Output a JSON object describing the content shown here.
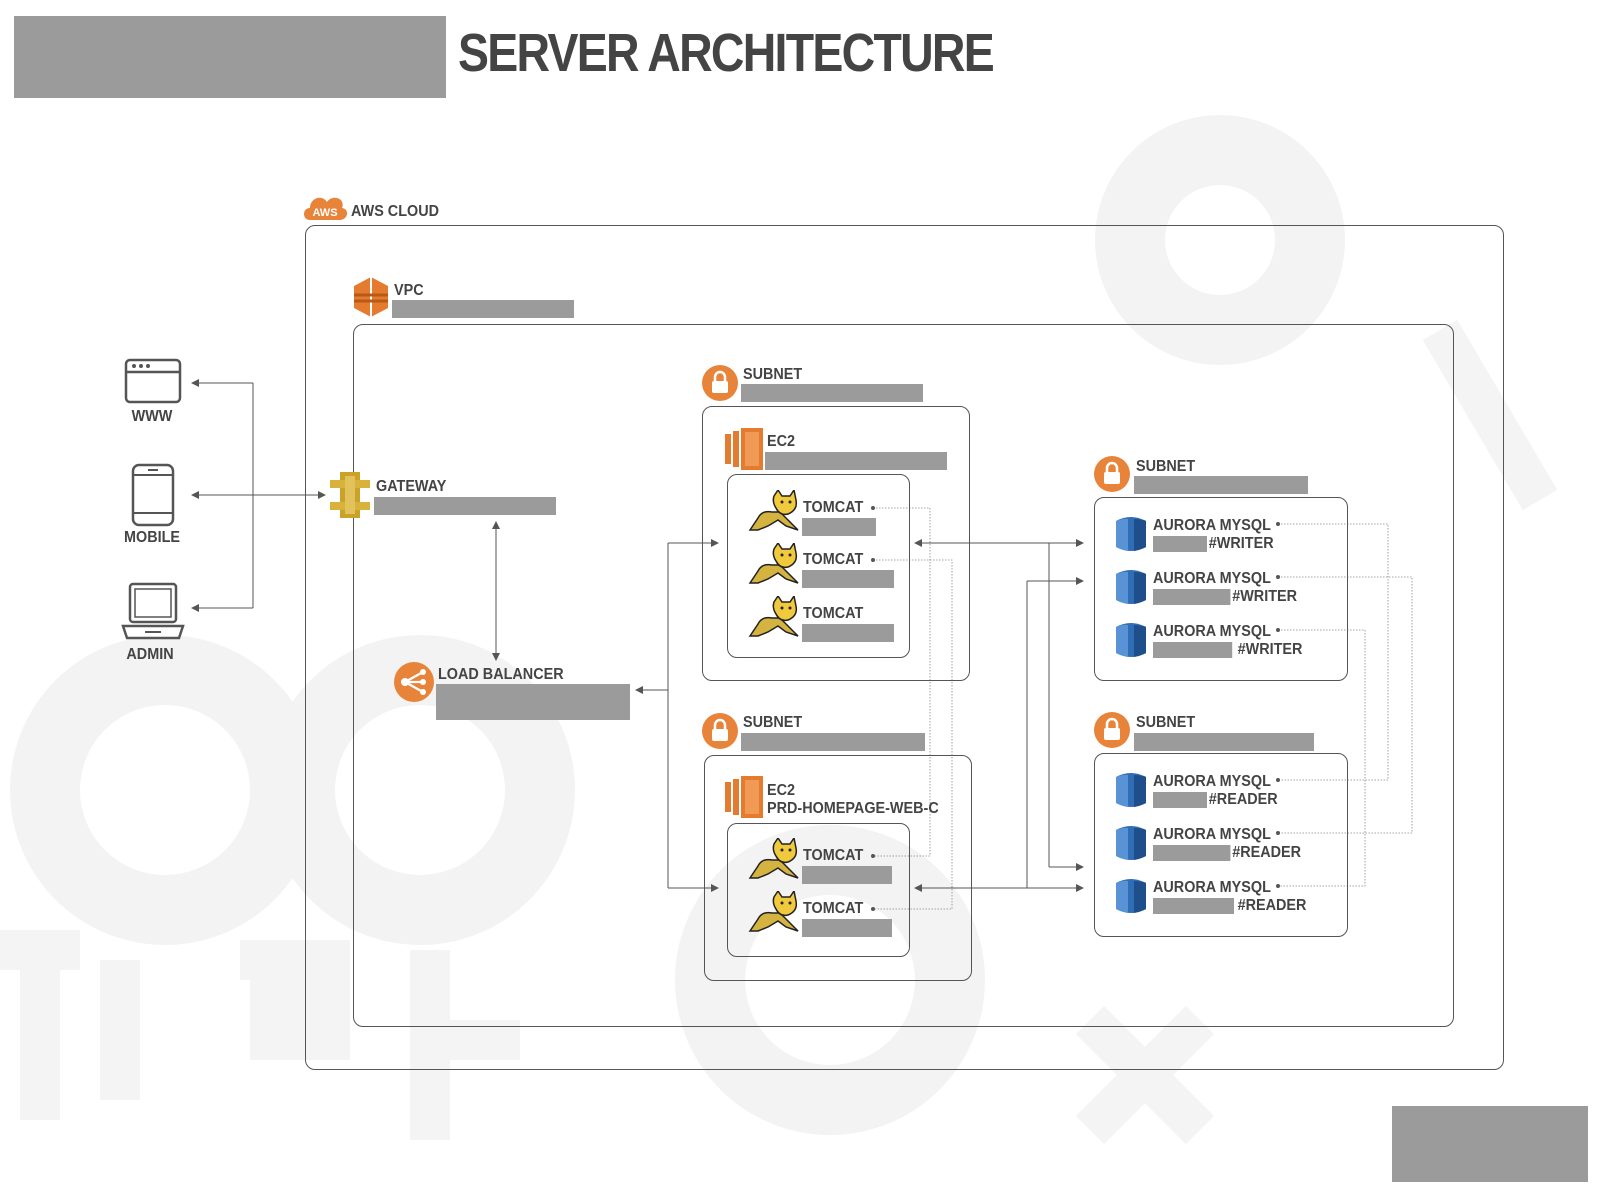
{
  "title": "SERVER ARCHITECTURE",
  "labels": {
    "aws_cloud": "AWS CLOUD",
    "aws_badge": "AWS",
    "vpc": "VPC",
    "gateway": "GATEWAY",
    "load_balancer": "LOAD BALANCER",
    "subnet": "SUBNET",
    "ec2": "EC2",
    "ec2_name_c": "PRD-HOMEPAGE-WEB-C",
    "tomcat": "TOMCAT"
  },
  "clients": [
    {
      "label": "WWW",
      "icon": "browser-window-icon"
    },
    {
      "label": "MOBILE",
      "icon": "smartphone-icon"
    },
    {
      "label": "ADMIN",
      "icon": "laptop-icon"
    }
  ],
  "db_writer": [
    {
      "name": "AURORA MYSQL",
      "role": "#WRITER"
    },
    {
      "name": "AURORA MYSQL",
      "role": "#WRITER"
    },
    {
      "name": "AURORA MYSQL",
      "role": "#WRITER"
    }
  ],
  "db_reader": [
    {
      "name": "AURORA MYSQL",
      "role": "#READER"
    },
    {
      "name": "AURORA MYSQL",
      "role": "#READER"
    },
    {
      "name": "AURORA MYSQL",
      "role": "#READER"
    }
  ],
  "colors": {
    "aws_orange": "#e8833a",
    "ec2_orange": "#e47b2e",
    "gateway_gold": "#c9a227",
    "rds_blue": "#2f6db5",
    "redaction_gray": "#9b9b9b",
    "text": "#444444"
  }
}
